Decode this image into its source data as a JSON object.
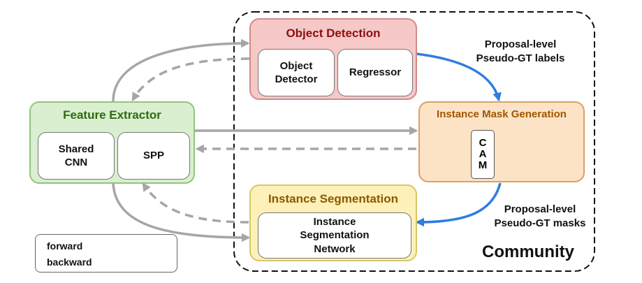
{
  "feature_extractor": {
    "title": "Feature Extractor",
    "shared_cnn": "Shared\nCNN",
    "spp": "SPP"
  },
  "object_detection": {
    "title": "Object Detection",
    "detector": "Object\nDetector",
    "regressor": "Regressor"
  },
  "instance_mask": {
    "title": "Instance Mask Generation",
    "cam_letters": [
      "C",
      "A",
      "M"
    ]
  },
  "instance_segmentation": {
    "title": "Instance Segmentation",
    "network": "Instance\nSegmentation\nNetwork"
  },
  "labels": {
    "pseudo_labels": "Proposal-level\nPseudo-GT labels",
    "pseudo_masks": "Proposal-level\nPseudo-GT masks"
  },
  "community": "Community",
  "legend": {
    "forward": "forward",
    "backward": "backward"
  },
  "colors": {
    "feature_fill": "#d9efd0",
    "feature_border": "#92c47d",
    "feature_title": "#2e6a10",
    "detection_fill": "#f6c8c8",
    "detection_border": "#d48a8a",
    "detection_title": "#8b1010",
    "mask_fill": "#fce3c6",
    "mask_border": "#d9a064",
    "mask_title": "#a05600",
    "seg_fill": "#fdf0b8",
    "seg_border": "#d8c66a",
    "seg_title": "#8a5a00",
    "arrow_gray": "#a6a6a6",
    "arrow_blue": "#2e7de1",
    "arrow_orange": "#f28a1c"
  }
}
